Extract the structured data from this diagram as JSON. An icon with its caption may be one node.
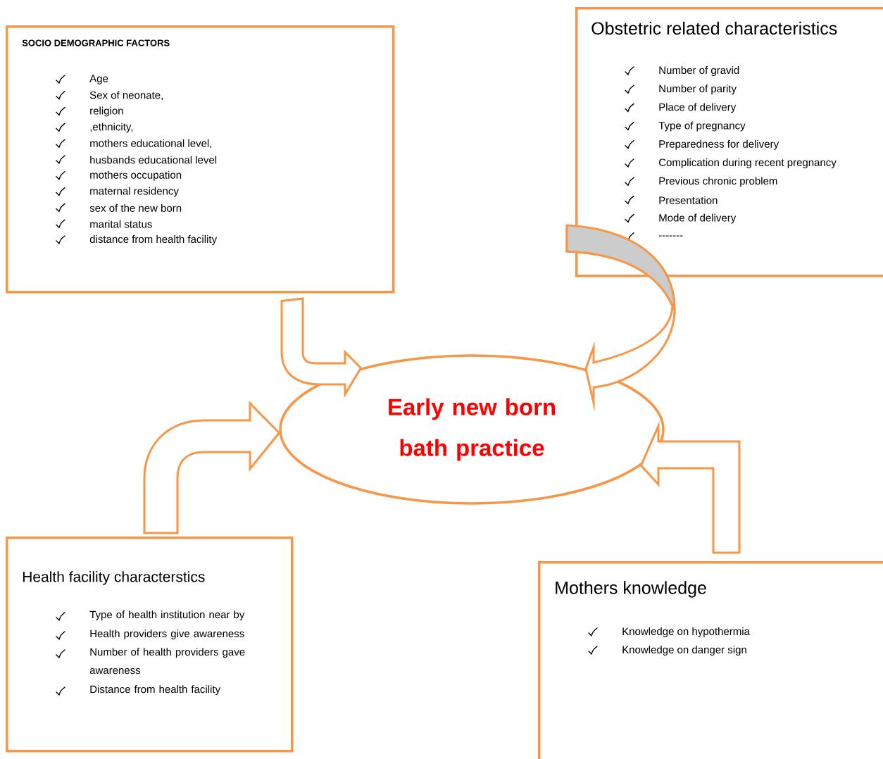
{
  "diagram": {
    "nodes": [
      {
        "text": [
          "Early new born bath practice"
        ]
      },
      {
        "text": [
          "SOCIO DEMOGRAPHIC FACTORS",
          "Age",
          "Sex of neonate,",
          "religion",
          ",ethnicity,",
          "mothers educational level,",
          "husbands educational level",
          "mothers occupation",
          "maternal residency",
          "sex of the new born",
          "marital status",
          "distance from health facility"
        ]
      },
      {
        "text": [
          "Obstetric related characteristics",
          "Number of gravid",
          "Number of parity",
          "Place of delivery",
          "Type of pregnancy",
          "Preparedness for delivery",
          "Complication during recent pregnancy",
          "Previous chronic problem",
          "Presentation",
          "Mode of delivery",
          "-------"
        ]
      },
      {
        "text": [
          "Health facility characterstics",
          "Type of health institution near by",
          "Health providers give awareness",
          "Number of health providers gave awareness",
          "Distance from health facility"
        ]
      },
      {
        "text": [
          "Mothers knowledge",
          "Knowledge on hypothermia",
          "Knowledge on danger sign"
        ]
      }
    ],
    "edges": [
      {
        "from": 1,
        "to": 0,
        "arrow": "to"
      },
      {
        "from": 2,
        "to": 0,
        "arrow": "to"
      },
      {
        "from": 3,
        "to": 0,
        "arrow": "to"
      },
      {
        "from": 4,
        "to": 0,
        "arrow": "to"
      }
    ]
  }
}
